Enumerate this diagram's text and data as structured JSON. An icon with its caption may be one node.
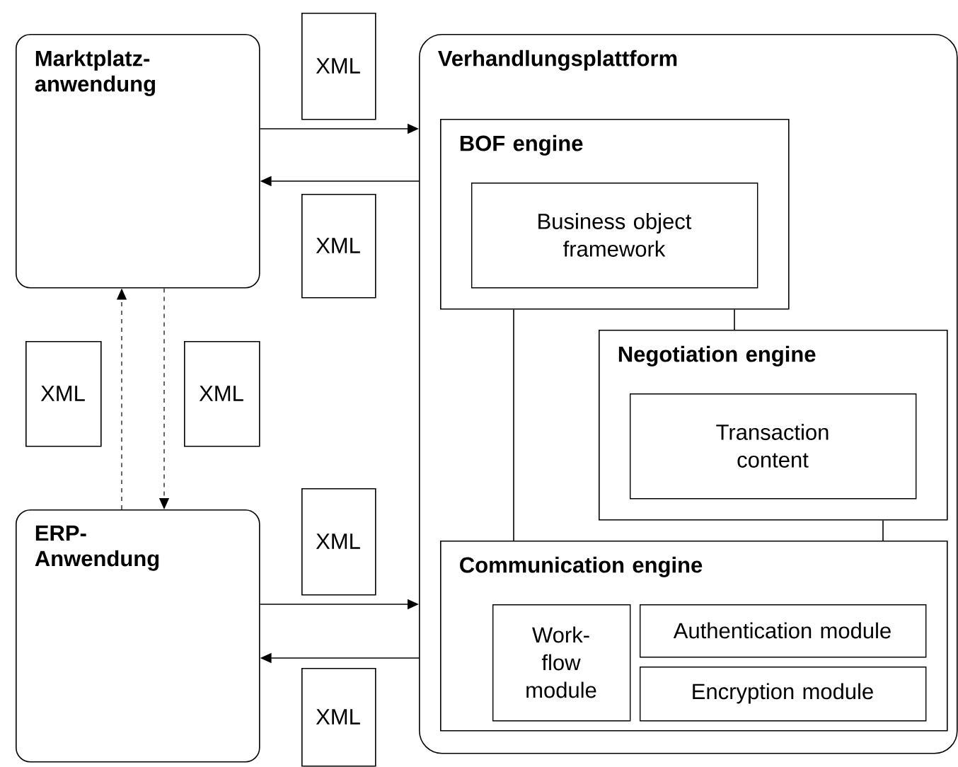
{
  "diagram": {
    "nodes": [
      {
        "text": [
          "Marktplatz- anwendung"
        ]
      },
      {
        "text": [
          "XML"
        ]
      },
      {
        "text": [
          "Verhandlungsplattform"
        ]
      },
      {
        "text": [
          "BOF engine"
        ],
        "in": 2
      },
      {
        "text": [
          "Business object framework"
        ],
        "in": 3
      },
      {
        "text": [
          "XML"
        ]
      },
      {
        "text": [
          "XML"
        ]
      },
      {
        "text": [
          "XML"
        ]
      },
      {
        "text": [
          "Negotiation engine"
        ],
        "in": 2
      },
      {
        "text": [
          "Transaction content"
        ],
        "in": 8
      },
      {
        "text": [
          "ERP- Anwendung"
        ]
      },
      {
        "text": [
          "XML"
        ]
      },
      {
        "text": [
          "Communication engine"
        ],
        "in": 2
      },
      {
        "text": [
          "Work- flow module"
        ],
        "in": 12
      },
      {
        "text": [
          "Authentication module"
        ],
        "in": 12
      },
      {
        "text": [
          "Encryption module"
        ],
        "in": 12
      },
      {
        "text": [
          "XML"
        ]
      }
    ],
    "edges": [
      {
        "from": 0,
        "to": 2,
        "arrow": "to"
      },
      {
        "from": 2,
        "to": 0,
        "arrow": "to"
      },
      {
        "from": 10,
        "to": 0,
        "arrow": "to",
        "style": "dashed"
      },
      {
        "from": 0,
        "to": 10,
        "arrow": "to",
        "style": "dashed"
      },
      {
        "from": 10,
        "to": 2,
        "arrow": "to"
      },
      {
        "from": 2,
        "to": 10,
        "arrow": "to"
      },
      {
        "from": 3,
        "to": 12,
        "arrow": "none"
      },
      {
        "from": 3,
        "to": 8,
        "arrow": "none"
      },
      {
        "from": 8,
        "to": 12,
        "arrow": "none"
      }
    ]
  }
}
